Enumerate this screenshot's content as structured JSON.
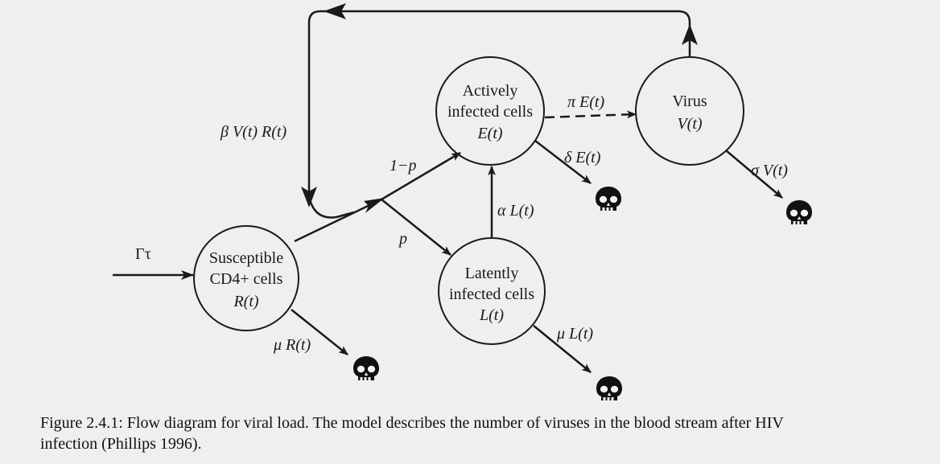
{
  "nodes": {
    "susceptible": {
      "line1": "Susceptible",
      "line2": "CD4+ cells",
      "line3": "R(t)"
    },
    "active": {
      "line1": "Actively",
      "line2": "infected cells",
      "line3": "E(t)"
    },
    "latent": {
      "line1": "Latently",
      "line2": "infected cells",
      "line3": "L(t)"
    },
    "virus": {
      "line1": "Virus",
      "line2": "V(t)"
    }
  },
  "edges": {
    "inflow": "Γτ",
    "infection": "β V(t) R(t)",
    "to_active": "1−p",
    "to_latent": "p",
    "activation": "α L(t)",
    "production": "π E(t)",
    "death_active": "δ E(t)",
    "death_virus": "σ V(t)",
    "death_susceptible": "μ R(t)",
    "death_latent": "μ L(t)"
  },
  "caption": {
    "line1": "Figure 2.4.1: Flow diagram for viral load. The model describes the number of viruses in the blood stream after HIV",
    "line2": "infection (Phillips 1996)."
  },
  "icons": {
    "death": "skull-icon"
  },
  "colors": {
    "background": "#efefef",
    "ink": "#1a1a1a"
  }
}
